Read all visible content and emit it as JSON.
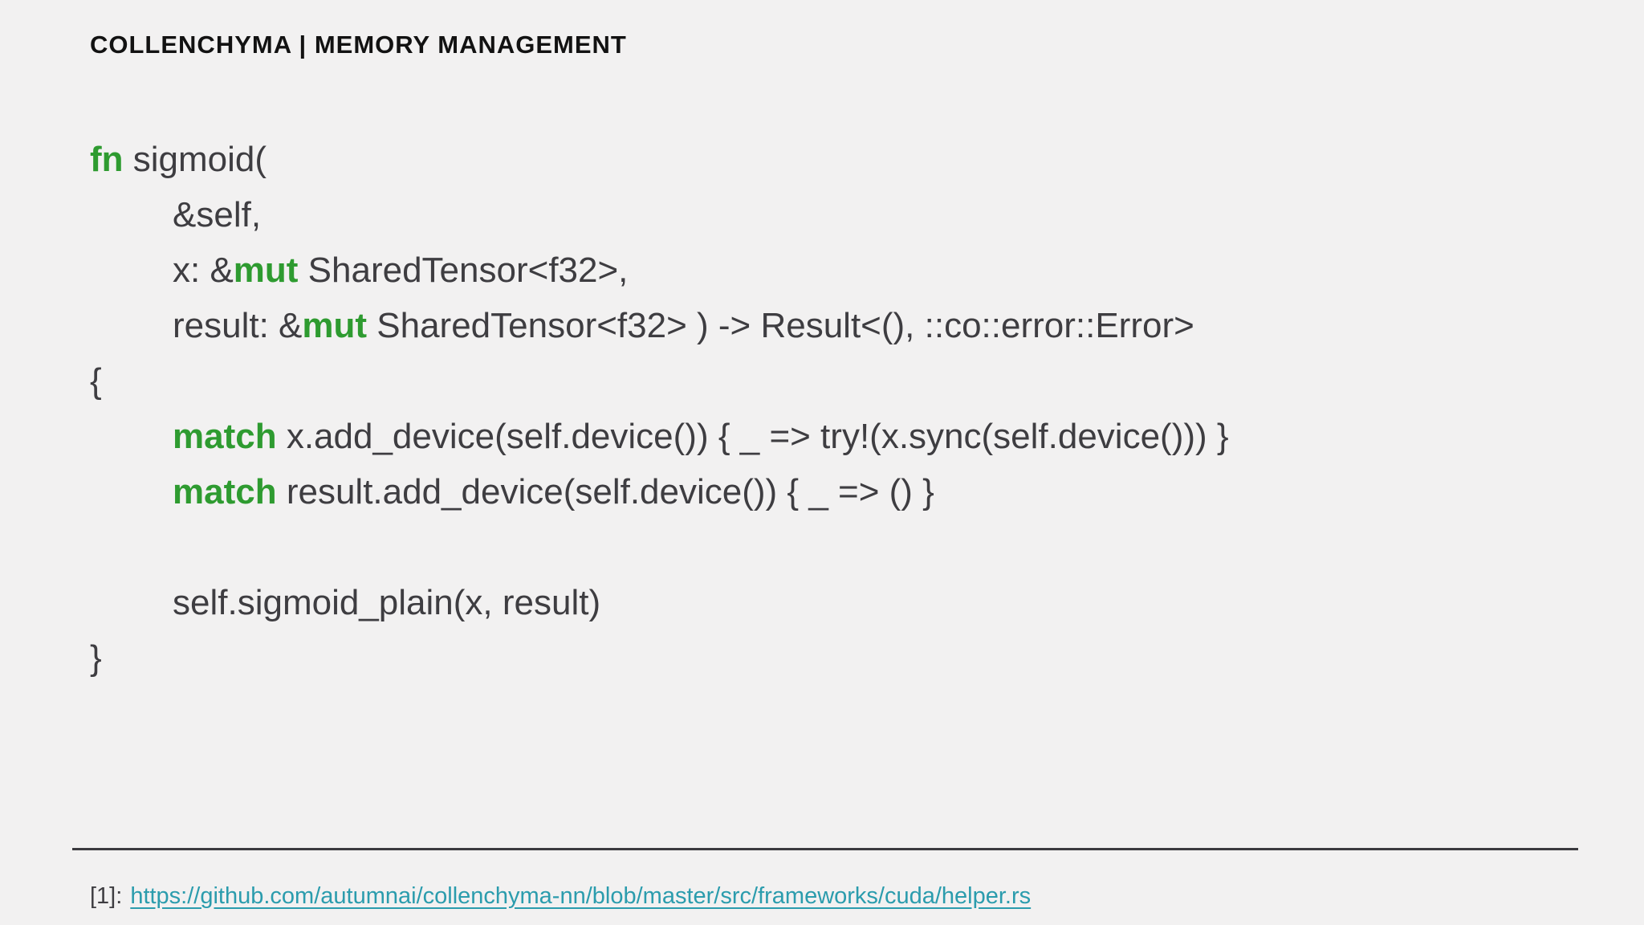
{
  "slide": {
    "title": "COLLENCHYMA | MEMORY MANAGEMENT",
    "colors": {
      "background": "#f2f1f1",
      "title_text": "#121212",
      "code_text": "#3e3d41",
      "keyword_green": "#2e9b30",
      "link_teal": "#2b9cad",
      "divider": "#3b3a3f"
    }
  },
  "code": {
    "language": "rust",
    "lines": [
      {
        "indent": 0,
        "segments": [
          {
            "t": "fn",
            "kw": true
          },
          {
            "t": " sigmoid(",
            "kw": false
          }
        ]
      },
      {
        "indent": 1,
        "segments": [
          {
            "t": "&self,",
            "kw": false
          }
        ]
      },
      {
        "indent": 1,
        "segments": [
          {
            "t": "x: &",
            "kw": false
          },
          {
            "t": "mut",
            "kw": true
          },
          {
            "t": " SharedTensor<f32>,",
            "kw": false
          }
        ]
      },
      {
        "indent": 1,
        "segments": [
          {
            "t": "result: &",
            "kw": false
          },
          {
            "t": "mut",
            "kw": true
          },
          {
            "t": " SharedTensor<f32> ) -> Result<(), ::co::error::Error>",
            "kw": false
          }
        ]
      },
      {
        "indent": 0,
        "segments": [
          {
            "t": "{",
            "kw": false
          }
        ]
      },
      {
        "indent": 1,
        "segments": [
          {
            "t": "match",
            "kw": true
          },
          {
            "t": " x.add_device(self.device()) { _ => try!(x.sync(self.device())) }",
            "kw": false
          }
        ]
      },
      {
        "indent": 1,
        "segments": [
          {
            "t": "match",
            "kw": true
          },
          {
            "t": " result.add_device(self.device()) { _ => () }",
            "kw": false
          }
        ]
      },
      {
        "indent": 0,
        "segments": []
      },
      {
        "indent": 1,
        "segments": [
          {
            "t": "self.sigmoid_plain(x, result)",
            "kw": false
          }
        ]
      },
      {
        "indent": 0,
        "segments": [
          {
            "t": "}",
            "kw": false
          }
        ]
      }
    ]
  },
  "footer": {
    "ref_label": "[1]:",
    "link_text": "https://github.com/autumnai/collenchyma-nn/blob/master/src/frameworks/cuda/helper.rs"
  }
}
